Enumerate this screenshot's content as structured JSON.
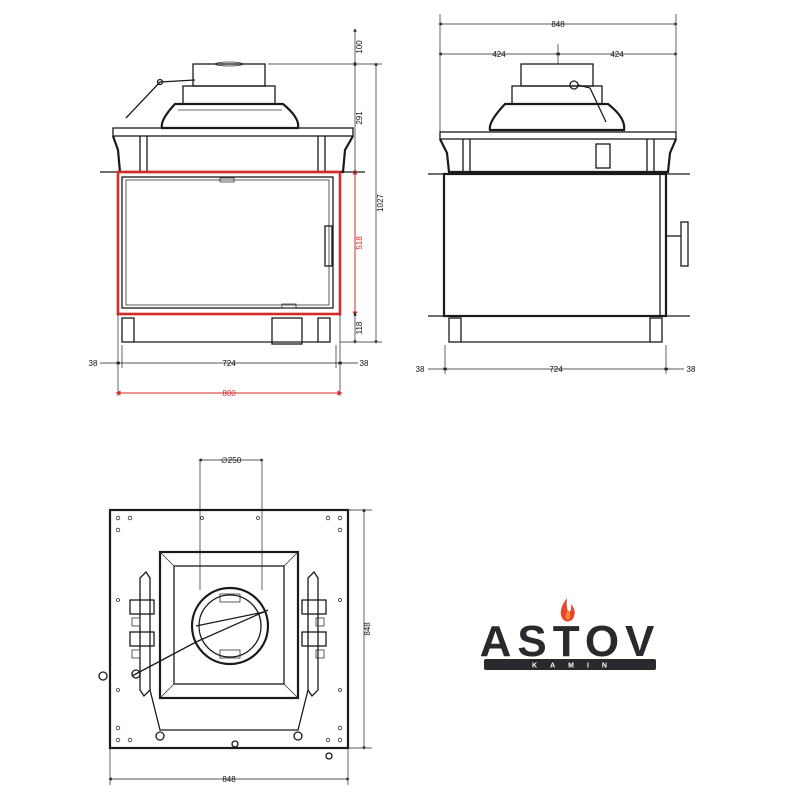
{
  "drawing": {
    "front_view": {
      "dim_top_stack": "100",
      "dim_top_body": "291",
      "dim_overall_height": "1027",
      "dim_glass_height": "518",
      "dim_bottom": "118",
      "dim_left_offset": "38",
      "dim_inner_width": "724",
      "dim_right_offset": "38",
      "dim_overall_width": "800"
    },
    "side_view": {
      "dim_overall_width": "848",
      "dim_half_left": "424",
      "dim_half_right": "424",
      "dim_left_offset": "38",
      "dim_inner_width": "724",
      "dim_right_offset": "38"
    },
    "top_view": {
      "dim_flue_diameter": "∅250",
      "dim_depth": "848",
      "dim_width": "848"
    }
  },
  "logo": {
    "brand": "ASTOV",
    "sub": "KAMIN",
    "brand_color": "#2a2a2e",
    "flame_colors": [
      "#e8452c",
      "#f28a2e"
    ]
  },
  "colors": {
    "line": "#1a1a1a",
    "highlight": "#d62b2b"
  }
}
